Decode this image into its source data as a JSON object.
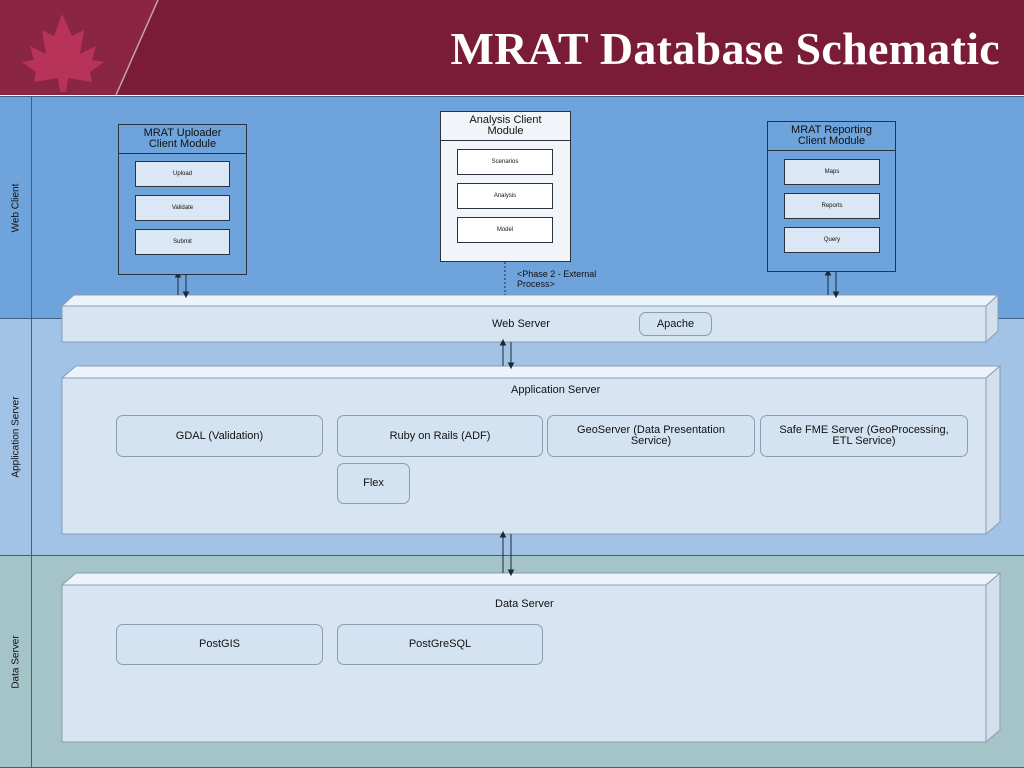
{
  "header": {
    "title": "MRAT Database Schematic",
    "background_color": "#7a1c38",
    "logo_icon": "maple-leaf-icon"
  },
  "lanes": [
    {
      "label": "Web Client",
      "color": "#6fa3dc"
    },
    {
      "label": "Application Server",
      "color": "#a3c3e6"
    },
    {
      "label": "Data Server",
      "color": "#a5c4c8"
    }
  ],
  "web_client": {
    "uploader": {
      "title": "MRAT Uploader\nClient Module",
      "items": [
        "Upload",
        "Validate",
        "Submit"
      ]
    },
    "analysis": {
      "title": "Analysis Client\nModule",
      "items": [
        "Scenarios",
        "Analysis",
        "Model"
      ]
    },
    "reporting": {
      "title": "MRAT Reporting\nClient Module",
      "items": [
        "Maps",
        "Reports",
        "Query"
      ]
    },
    "phase_note": "<Phase 2 - External\nProcess>"
  },
  "web_server": {
    "label": "Web Server",
    "component": "Apache"
  },
  "application_server": {
    "label": "Application Server",
    "components": [
      "GDAL (Validation)",
      "Ruby on Rails (ADF)",
      "GeoServer (Data Presentation\nService)",
      "Safe FME Server (GeoProcessing,\nETL Service)",
      "Flex"
    ]
  },
  "data_server": {
    "label": "Data Server",
    "components": [
      "PostGIS",
      "PostGreSQL"
    ]
  }
}
